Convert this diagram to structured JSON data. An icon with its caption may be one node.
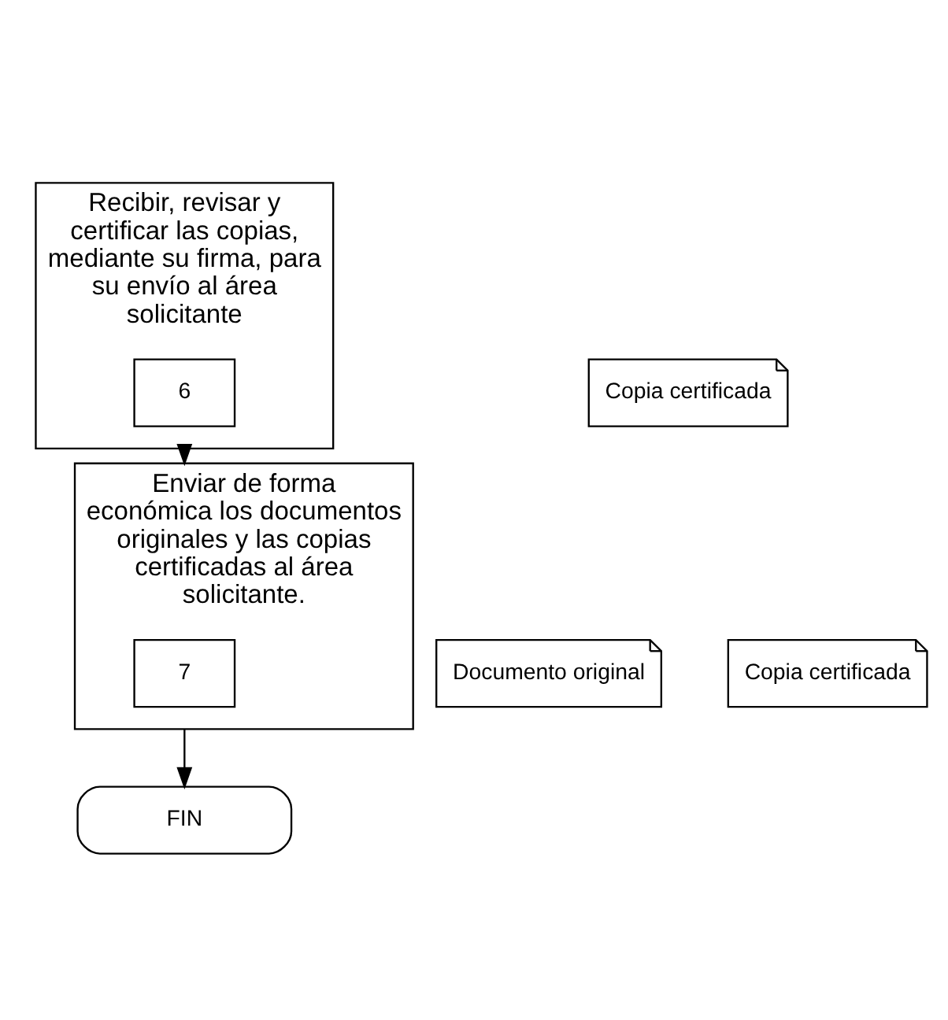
{
  "diagram": {
    "nodes": [
      {
        "text": [
          "Recibir, revisar y certificar las copias, mediante su firma, para su envío al área solicitante"
        ]
      },
      {
        "text": [
          "6"
        ],
        "in": 0
      },
      {
        "text": [
          "Copia certificada"
        ]
      },
      {
        "text": [
          "Enviar de forma económica los documentos originales y las copias certificadas al área solicitante."
        ]
      },
      {
        "text": [
          "7"
        ],
        "in": 3
      },
      {
        "text": [
          "Documento original"
        ]
      },
      {
        "text": [
          "Copia certificada"
        ]
      },
      {
        "text": [
          "FIN"
        ]
      }
    ],
    "edges": [
      {
        "from": 0,
        "to": 3,
        "arrow": "to"
      },
      {
        "from": 3,
        "to": 7,
        "arrow": "to"
      }
    ]
  }
}
